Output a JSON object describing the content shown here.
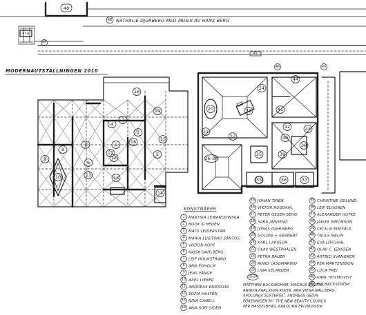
{
  "top_note": "NATHALIE DJURBERG MED MUSIK AV HANS BERG",
  "top_note_number": "48",
  "top_building_label": "48",
  "annex_label": "47a",
  "corner_label": "47",
  "hall_label": "MODERNAUTSTÄLLNINGEN 2010",
  "edge_labels": [
    "47",
    "46",
    "45"
  ],
  "rooms": [
    {
      "n": "18"
    },
    {
      "n": "19"
    },
    {
      "n": "15"
    },
    {
      "n": "16"
    },
    {
      "n": "17"
    },
    {
      "n": "13"
    },
    {
      "n": "12"
    },
    {
      "n": "11"
    },
    {
      "n": "10"
    },
    {
      "n": "9"
    },
    {
      "n": "8"
    },
    {
      "n": "7"
    },
    {
      "n": "6"
    },
    {
      "n": "5"
    },
    {
      "n": "4"
    },
    {
      "n": "3"
    },
    {
      "n": "2"
    },
    {
      "n": "1"
    },
    {
      "n": "14"
    },
    {
      "n": "20"
    },
    {
      "n": "21"
    },
    {
      "n": "22"
    },
    {
      "n": "23"
    },
    {
      "n": "24"
    },
    {
      "n": "25"
    },
    {
      "n": "26-34"
    },
    {
      "n": "35"
    },
    {
      "n": "36"
    },
    {
      "n": "37"
    },
    {
      "n": "38"
    },
    {
      "n": "39"
    },
    {
      "n": "40"
    },
    {
      "n": "41"
    },
    {
      "n": "42"
    },
    {
      "n": "43"
    },
    {
      "n": "44"
    }
  ],
  "legend": {
    "heading": "KONSTNÄRER",
    "col1": [
      {
        "n": "1",
        "name": "MARYSIA LEWANDOWSKA"
      },
      {
        "n": "2",
        "name": "BOOK & HEDÉN"
      },
      {
        "n": "3",
        "name": "MATS LEIDERSTAM"
      },
      {
        "n": "4",
        "name": "MARIA LUSITANO SANTOS"
      },
      {
        "n": "5",
        "name": "VIKTOR KOPP"
      },
      {
        "n": "6",
        "name": "KAJSA DAHLBERG"
      },
      {
        "n": "7",
        "name": "LEIF HOLMSTRAND"
      },
      {
        "n": "8",
        "name": "ANN EDHOLM"
      },
      {
        "n": "9",
        "name": "JENS FÄNGE"
      },
      {
        "n": "10",
        "name": "AXEL LIEBER"
      },
      {
        "n": "11",
        "name": "ANDREAS ERIKSSON"
      },
      {
        "n": "12",
        "name": "SOFIA HULTÉN"
      },
      {
        "n": "13",
        "name": "NINA CANELL"
      },
      {
        "n": "14",
        "name": "ANN-SOFI SIDÉN"
      }
    ],
    "col2": [
      {
        "n": "15",
        "name": "JOHAN TIRÉN"
      },
      {
        "n": "16",
        "name": "VIKTOR ROSDAHL"
      },
      {
        "n": "17",
        "name": "PETER GESER-SEHG"
      },
      {
        "n": "18",
        "name": "SARA JARDENÖ"
      },
      {
        "n": "19",
        "name": "JONAS DAHLBERG"
      },
      {
        "n": "20",
        "name": "GOLDIN + SENNEBY"
      },
      {
        "n": "21",
        "name": "KARL LARSSON"
      },
      {
        "n": "22",
        "name": "OLAV WESTPHALEN"
      },
      {
        "n": "23",
        "name": "PETRA BAUER"
      },
      {
        "n": "24",
        "name": "RUND LASGMARINO"
      },
      {
        "n": "25",
        "name": "LINA SELANDER"
      },
      {
        "n": "26-34",
        "name": ""
      }
    ],
    "col3": [
      {
        "n": "35",
        "name": "CHRISTINE ÖDLUND"
      },
      {
        "n": "36",
        "name": "LEIF ELGGREN"
      },
      {
        "n": "37",
        "name": "ALEXANDER HUTKE"
      },
      {
        "n": "38",
        "name": "JAKOB SIMONSON"
      },
      {
        "n": "39",
        "name": "CECILIA EDEFALK"
      },
      {
        "n": "40",
        "name": "TRULS MELIN"
      },
      {
        "n": "41",
        "name": "EVA LÖFDAHL"
      },
      {
        "n": "42",
        "name": "OLAV C. JENSSEN"
      },
      {
        "n": "43",
        "name": "ASTRID SVANGREN"
      },
      {
        "n": "44",
        "name": "PER MÅRTENSSON"
      },
      {
        "n": "45",
        "name": "LUCA FREI"
      },
      {
        "n": "46",
        "name": "KARL HOLMQVIST"
      },
      {
        "n": "47",
        "name": "FIA BACKSTRÖM"
      }
    ],
    "note_lines": [
      "MATTHEW BUCKINGHAM, MAGNUS BÄRTÅS,",
      "ANNIKA KARLSSON RIXON, ANA VIEGA NALLBERG,",
      "APOLONIJA ŠUŠTERŠIČ, ANDREAS GEDIN",
      "FÖRENINGEN M², THE NEW BEAUTY COUNCIL",
      "PER HASSELBERG, KAROLINA ERLINGSSON"
    ]
  }
}
